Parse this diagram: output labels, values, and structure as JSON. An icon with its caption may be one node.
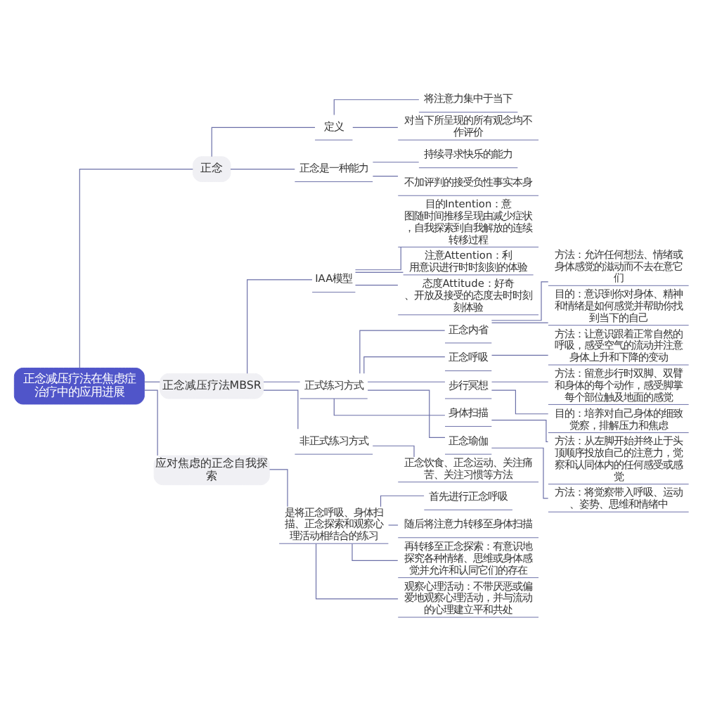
{
  "diagram": {
    "nodes": [
      {
        "text": [
          "正念减压疗法在焦虑症治疗中的应用进展"
        ]
      },
      {
        "text": [
          "正念"
        ]
      },
      {
        "text": [
          "定义"
        ]
      },
      {
        "text": [
          "将注意力集中于当下"
        ]
      },
      {
        "text": [
          "对当下所呈现的所有观念均不作评价"
        ]
      },
      {
        "text": [
          "正念是一种能力"
        ]
      },
      {
        "text": [
          "持续寻求快乐的能力"
        ]
      },
      {
        "text": [
          "不加评判的接受负性事实本身"
        ]
      },
      {
        "text": [
          "正念减压疗法MBSR"
        ]
      },
      {
        "text": [
          "IAA模型"
        ]
      },
      {
        "text": [
          "目的Intention：意图随时间推移呈现由减少症状，自我探索到自我解放的连续转移过程"
        ]
      },
      {
        "text": [
          "注意Attention：利用意识进行时时刻刻的体验"
        ]
      },
      {
        "text": [
          "态度Attitude：好奇、开放及接受的态度去时时刻刻体验"
        ]
      },
      {
        "text": [
          "正式练习方式"
        ]
      },
      {
        "text": [
          "正念内省"
        ]
      },
      {
        "text": [
          "方法：允许任何想法、情绪或身体感觉的滋动而不去在意它们"
        ]
      },
      {
        "text": [
          "目的：意识到你对身体、精神和情绪是如何感觉并帮助你找到当下的自己"
        ]
      },
      {
        "text": [
          "正念呼吸"
        ]
      },
      {
        "text": [
          "方法：让意识跟着正常自然的呼吸，感受空气的流动并注意身体上升和下降的变动"
        ]
      },
      {
        "text": [
          "步行冥想"
        ]
      },
      {
        "text": [
          "方法：留意步行时双脚、双臂和身体的每个动作，感受脚掌每个部位触及地面的感觉"
        ]
      },
      {
        "text": [
          "目的：培养对自己身体的细致觉察，排解压力和焦虑"
        ]
      },
      {
        "text": [
          "身体扫描"
        ]
      },
      {
        "text": [
          "方法：从左脚开始并终止于头顶顺序投放自己的注意力，觉察和认同体内的任何感受或感觉"
        ]
      },
      {
        "text": [
          "正念瑜伽"
        ]
      },
      {
        "text": [
          "方法：将觉察带入呼吸、运动、姿势、思维和情绪中"
        ]
      },
      {
        "text": [
          "非正式练习方式"
        ]
      },
      {
        "text": [
          "正念饮食、正念运动、关注痛苦、关注习惯等方法"
        ]
      },
      {
        "text": [
          "应对焦虑的正念自我探索"
        ]
      },
      {
        "text": [
          "是将正念呼吸、身体扫描、正念探索和观察心理活动相结合的练习"
        ]
      },
      {
        "text": [
          "首先进行正念呼吸"
        ]
      },
      {
        "text": [
          "随后将注意力转移至身体扫描"
        ]
      },
      {
        "text": [
          "再转移至正念探索：有意识地探究各种情绪、思维或身体感觉并允许和认同它们的存在"
        ]
      },
      {
        "text": [
          "观察心理活动：不带厌恶或偏爱地观察心理活动，并与流动的心理建立平和共处"
        ]
      }
    ],
    "edges": [
      {
        "from": 0,
        "to": 1,
        "arrow": "none"
      },
      {
        "from": 1,
        "to": 2,
        "arrow": "none"
      },
      {
        "from": 2,
        "to": 3,
        "arrow": "none"
      },
      {
        "from": 2,
        "to": 4,
        "arrow": "none"
      },
      {
        "from": 1,
        "to": 5,
        "arrow": "none"
      },
      {
        "from": 5,
        "to": 6,
        "arrow": "none"
      },
      {
        "from": 5,
        "to": 7,
        "arrow": "none"
      },
      {
        "from": 0,
        "to": 8,
        "arrow": "none"
      },
      {
        "from": 8,
        "to": 9,
        "arrow": "none"
      },
      {
        "from": 9,
        "to": 10,
        "arrow": "none"
      },
      {
        "from": 9,
        "to": 11,
        "arrow": "none"
      },
      {
        "from": 9,
        "to": 12,
        "arrow": "none"
      },
      {
        "from": 8,
        "to": 13,
        "arrow": "none"
      },
      {
        "from": 13,
        "to": 14,
        "arrow": "none"
      },
      {
        "from": 14,
        "to": 15,
        "arrow": "none"
      },
      {
        "from": 14,
        "to": 16,
        "arrow": "none"
      },
      {
        "from": 13,
        "to": 17,
        "arrow": "none"
      },
      {
        "from": 17,
        "to": 18,
        "arrow": "none"
      },
      {
        "from": 13,
        "to": 19,
        "arrow": "none"
      },
      {
        "from": 19,
        "to": 20,
        "arrow": "none"
      },
      {
        "from": 19,
        "to": 21,
        "arrow": "none"
      },
      {
        "from": 13,
        "to": 22,
        "arrow": "none"
      },
      {
        "from": 22,
        "to": 23,
        "arrow": "none"
      },
      {
        "from": 13,
        "to": 24,
        "arrow": "none"
      },
      {
        "from": 24,
        "to": 25,
        "arrow": "none"
      },
      {
        "from": 8,
        "to": 26,
        "arrow": "none"
      },
      {
        "from": 26,
        "to": 27,
        "arrow": "none"
      },
      {
        "from": 0,
        "to": 28,
        "arrow": "none"
      },
      {
        "from": 28,
        "to": 29,
        "arrow": "none"
      },
      {
        "from": 29,
        "to": 30,
        "arrow": "none"
      },
      {
        "from": 29,
        "to": 31,
        "arrow": "none"
      },
      {
        "from": 29,
        "to": 32,
        "arrow": "none"
      },
      {
        "from": 29,
        "to": 33,
        "arrow": "none"
      }
    ]
  }
}
